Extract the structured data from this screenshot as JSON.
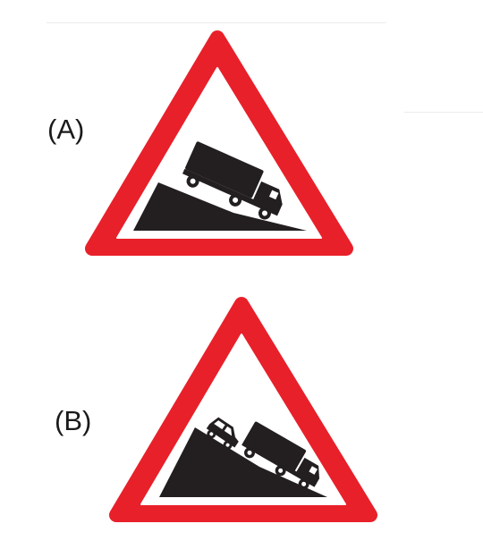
{
  "options": [
    {
      "label": "(A)",
      "sign": "steep-descent-truck-sign",
      "vehicles": [
        "truck-icon"
      ]
    },
    {
      "label": "(B)",
      "sign": "steep-descent-car-and-truck-sign",
      "vehicles": [
        "car-icon",
        "truck-icon"
      ]
    }
  ],
  "colors": {
    "border_red": "#e8202a",
    "pictogram": "#231f20",
    "background": "#ffffff",
    "label_text": "#1a1a1a"
  }
}
